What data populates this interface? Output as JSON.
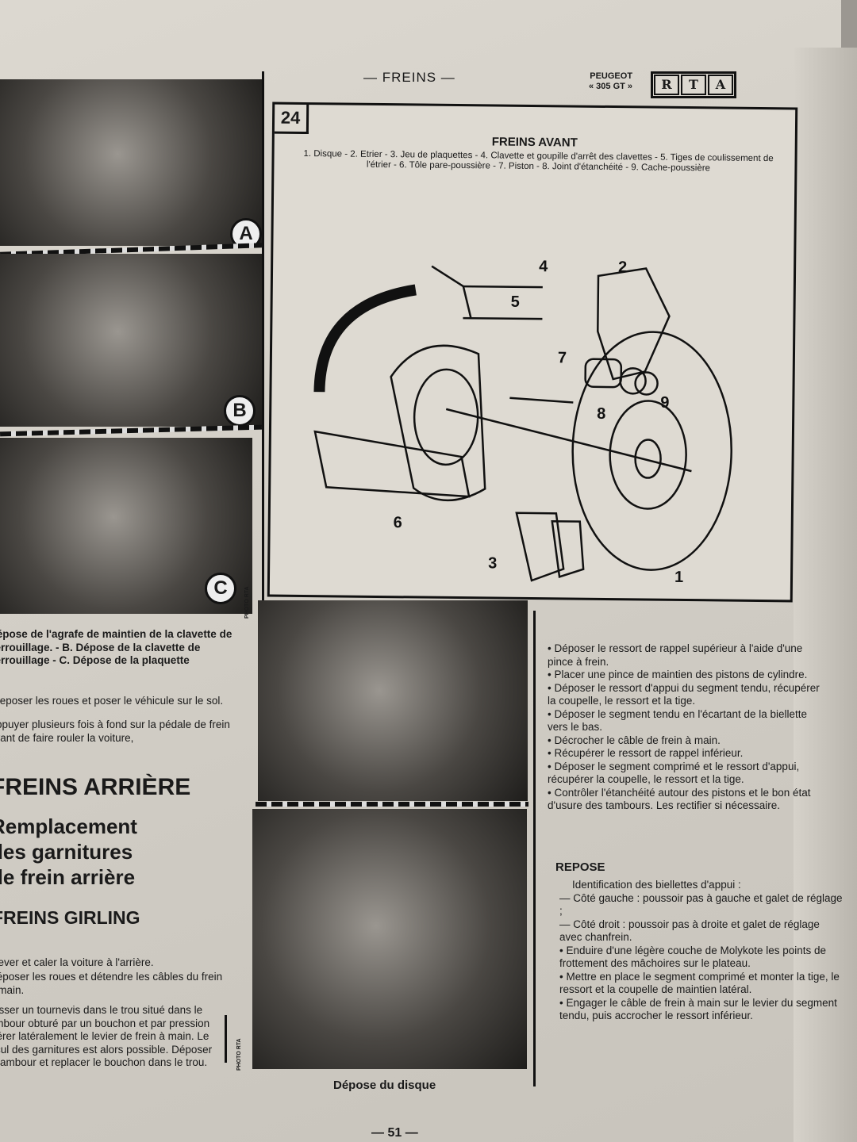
{
  "header": {
    "section": "— FREINS —",
    "brand_line1": "PEUGEOT",
    "brand_line2": "« 305 GT »",
    "logo_letters": [
      "R",
      "T",
      "A"
    ]
  },
  "figure": {
    "number": "24",
    "title": "FREINS AVANT",
    "legend": "1. Disque - 2. Etrier - 3. Jeu de plaquettes - 4. Clavette et goupille d'arrêt des clavettes - 5. Tiges de coulissement de l'étrier - 6. Tôle pare-poussière - 7. Piston - 8. Joint d'étanchéité - 9. Cache-poussière",
    "labels": [
      "1",
      "2",
      "3",
      "4",
      "5",
      "6",
      "7",
      "8",
      "9"
    ]
  },
  "photos_left": {
    "letters": [
      "A",
      "B",
      "C"
    ],
    "credit": "PHOTO RTA",
    "caption": "Dépose de l'agrafe de maintien de la clavette de verrouillage. - B. Dépose de la clavette de verrouillage - C. Dépose de la plaquette"
  },
  "photos_center": {
    "credit": "PHOTO RTA",
    "caption": "Dépose du disque"
  },
  "left_text": {
    "para1": "Reposer les roues et poser le véhicule sur le sol.",
    "para2": "Appuyer plusieurs fois à fond sur la pédale de frein avant de faire rouler la voiture,",
    "heading1": "FREINS ARRIÈRE",
    "heading2_lines": [
      "Remplacement",
      "des garnitures",
      "de frein arrière"
    ],
    "heading3": "FREINS GIRLING",
    "para3": "Lever et caler la voiture à l'arrière.",
    "para4": "Déposer les roues et détendre les câbles du frein à main.",
    "para5": "Passer un tournevis dans le trou situé dans le tambour obturé par un bouchon et par pression libérer latéralement le levier de frein à main. Le recul des garnitures est alors possible. Déposer le tambour et replacer le bouchon dans le trou."
  },
  "right_text": {
    "bullets1": [
      "• Déposer le ressort de rappel supérieur à l'aide d'une pince à frein.",
      "• Placer une pince de maintien des pistons de cylindre.",
      "• Déposer le ressort d'appui du segment tendu, récupérer la coupelle, le ressort et la tige.",
      "• Déposer le segment tendu en l'écartant de la biellette vers le bas.",
      "• Décrocher le câble de frein à main.",
      "• Récupérer le ressort de rappel inférieur.",
      "• Déposer le segment comprimé et le ressort d'appui, récupérer la coupelle, le ressort et la tige.",
      "• Contrôler l'étanchéité autour des pistons et le bon état d'usure des tambours. Les rectifier si nécessaire."
    ],
    "repose_title": "REPOSE",
    "repose_intro": "Identification des biellettes d'appui :",
    "dashes": [
      "— Côté gauche : poussoir pas à gauche et galet de réglage ;",
      "— Côté droit : poussoir pas à droite et galet de réglage avec chanfrein."
    ],
    "bullets2": [
      "• Enduire d'une légère couche de Molykote les points de frottement des mâchoires sur le plateau.",
      "• Mettre en place le segment comprimé et monter la tige, le ressort et la coupelle de maintien latéral.",
      "• Engager le câble de frein à main sur le levier du segment tendu, puis accrocher le ressort inférieur."
    ]
  },
  "page_number": "— 51 —"
}
